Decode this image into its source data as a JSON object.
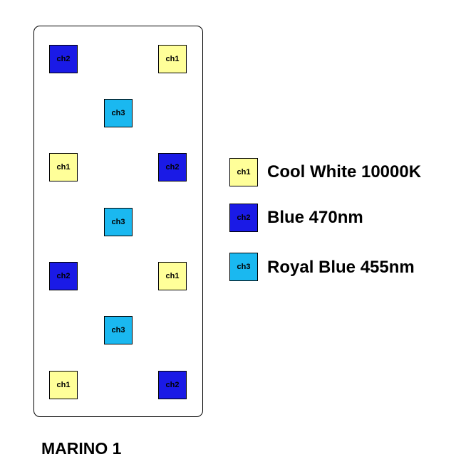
{
  "colors": {
    "ch1": "#ffff99",
    "ch2": "#1a1ae6",
    "ch3": "#1ab8f0"
  },
  "leds": [
    {
      "channel": "ch2",
      "label": "ch2"
    },
    {
      "channel": "ch1",
      "label": "ch1"
    },
    {
      "channel": "ch3",
      "label": "ch3"
    },
    {
      "channel": "ch1",
      "label": "ch1"
    },
    {
      "channel": "ch2",
      "label": "ch2"
    },
    {
      "channel": "ch3",
      "label": "ch3"
    },
    {
      "channel": "ch2",
      "label": "ch2"
    },
    {
      "channel": "ch1",
      "label": "ch1"
    },
    {
      "channel": "ch3",
      "label": "ch3"
    },
    {
      "channel": "ch1",
      "label": "ch1"
    },
    {
      "channel": "ch2",
      "label": "ch2"
    }
  ],
  "legend": [
    {
      "channel": "ch1",
      "swatch_label": "ch1",
      "text": "Cool White 10000K"
    },
    {
      "channel": "ch2",
      "swatch_label": "ch2",
      "text": "Blue 470nm"
    },
    {
      "channel": "ch3",
      "swatch_label": "ch3",
      "text": "Royal Blue 455nm"
    }
  ],
  "title": "MARINO 1"
}
